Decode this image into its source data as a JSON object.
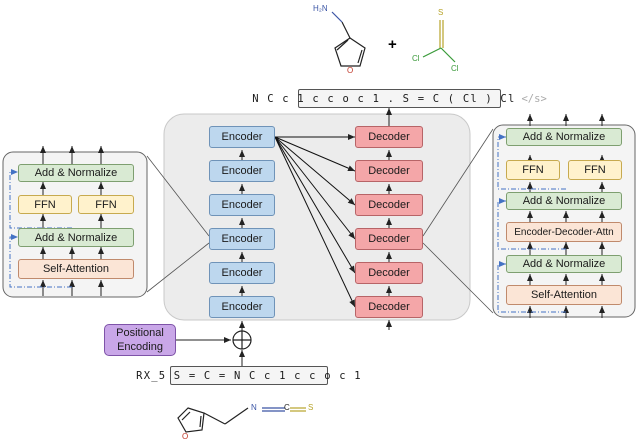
{
  "encoder": {
    "label": "Encoder",
    "count": 6
  },
  "decoder": {
    "label": "Decoder",
    "count": 6
  },
  "layers": {
    "add_norm": "Add & Normalize",
    "ffn": "FFN",
    "self_attention": "Self-Attention",
    "cross_attention": "Encoder-Decoder-Attn"
  },
  "positional_encoding": {
    "line1": "Positional",
    "line2": "Encoding"
  },
  "input_sequence": "RX_5 S = C = N C c 1 c c o c 1",
  "output_sequence": {
    "text": "N C c 1 c c o c 1 . S = C ( Cl ) Cl",
    "end_token": "</s>"
  },
  "molecules": {
    "plus": "+",
    "product_amine": {
      "atoms": {
        "nh2": "H₂N",
        "o": "O"
      }
    },
    "product_thiophosgene": {
      "atoms": {
        "s": "S",
        "cl_left": "Cl",
        "cl_right": "Cl"
      }
    },
    "reactant": {
      "atoms": {
        "o": "O",
        "n": "N",
        "c": "C",
        "s": "S"
      }
    }
  },
  "colors": {
    "encoder_fill": "#bdd7ee",
    "decoder_fill": "#f4a6a8",
    "add_norm_fill": "#d9ead3",
    "ffn_fill": "#fff2cc",
    "self_attention_fill": "#fbe5d6",
    "positional_fill": "#c9a7e8",
    "panel_fill": "#ececec",
    "residual_line": "#4472c4"
  }
}
